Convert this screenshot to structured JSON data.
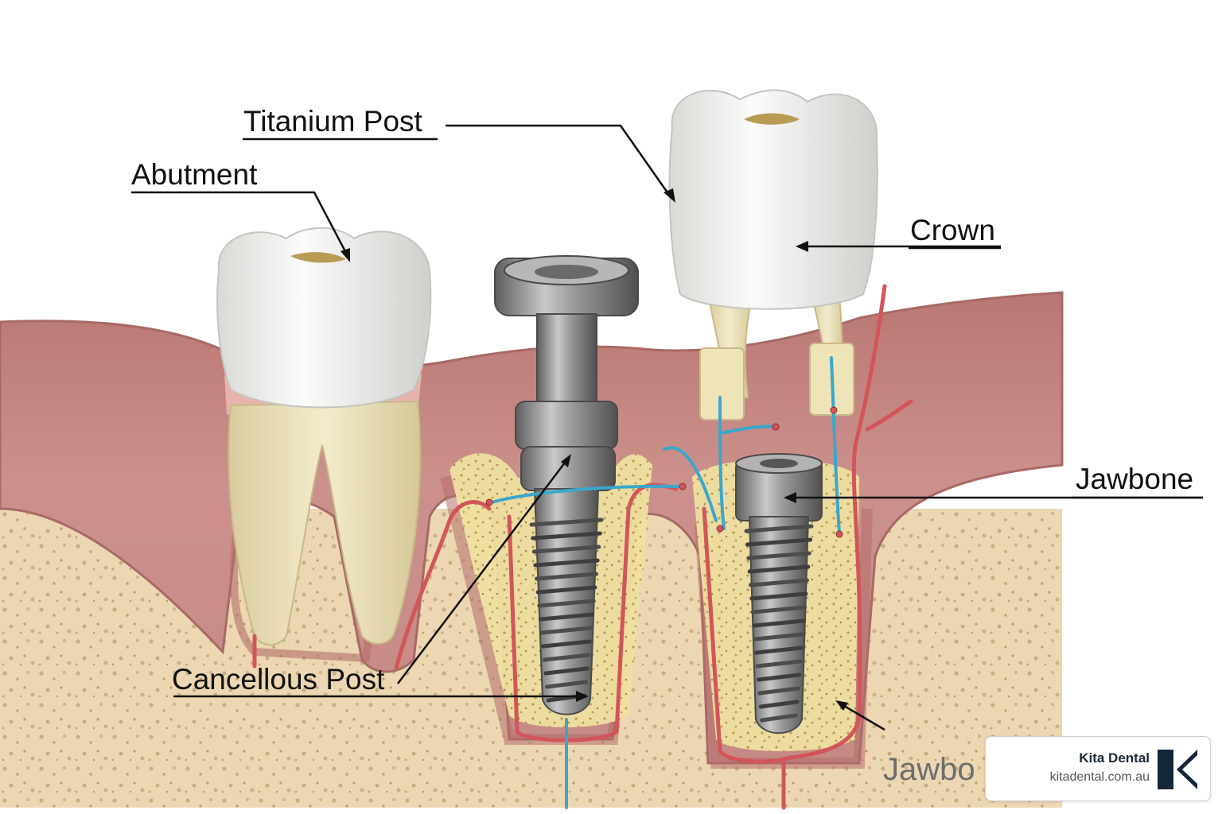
{
  "labels": {
    "titanium_post": "Titanium Post",
    "abutment": "Abutment",
    "crown": "Crown",
    "jawbone": "Jawbone",
    "cancellous_post": "Cancellous Post",
    "jawbone_watermark": "Jawbo"
  },
  "brand": {
    "name": "Kita Dental",
    "url": "kitadental.com.au",
    "logo_icon": "kita-dental-logo-icon",
    "color": "#15263a"
  },
  "colors": {
    "gum": "#c98b87",
    "gum_dark": "#a86965",
    "bone": "#ecd7b2",
    "cancellous": "#eedf9e",
    "tooth": "#f2f2ef",
    "root": "#efe6c4",
    "titanium": "#8a8a8a",
    "artery": "#d2555a",
    "nerve": "#3aa7cc"
  }
}
